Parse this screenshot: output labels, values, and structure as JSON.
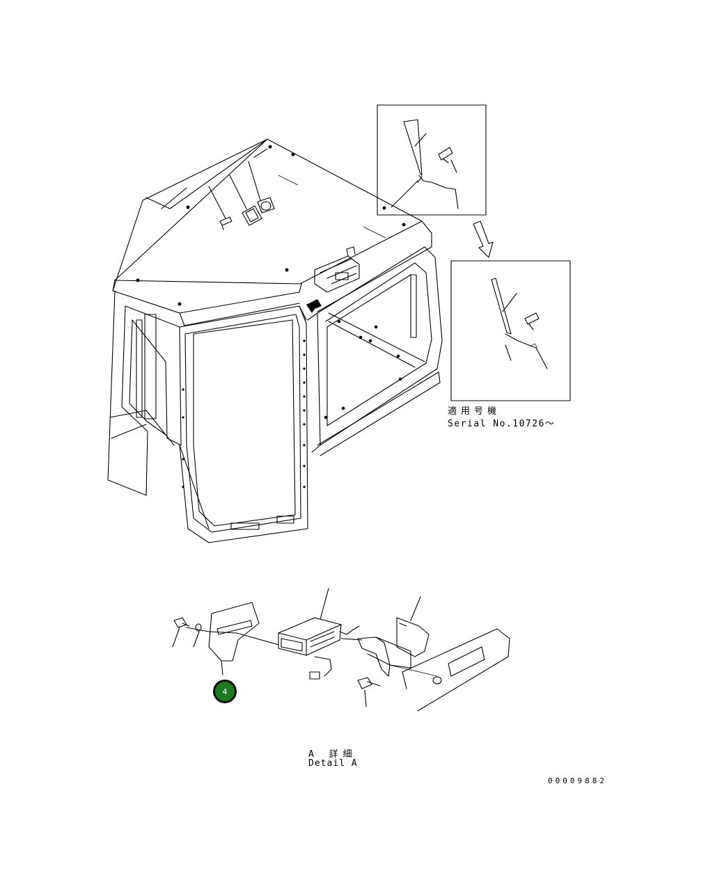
{
  "serial_note": {
    "jp": "適用号機",
    "en": "Serial No.10726～"
  },
  "detail": {
    "jp": "A 詳細",
    "en": "Detail A"
  },
  "callout": {
    "number": "4",
    "color": "#1e7a1e"
  },
  "drawing_number": "00009882"
}
